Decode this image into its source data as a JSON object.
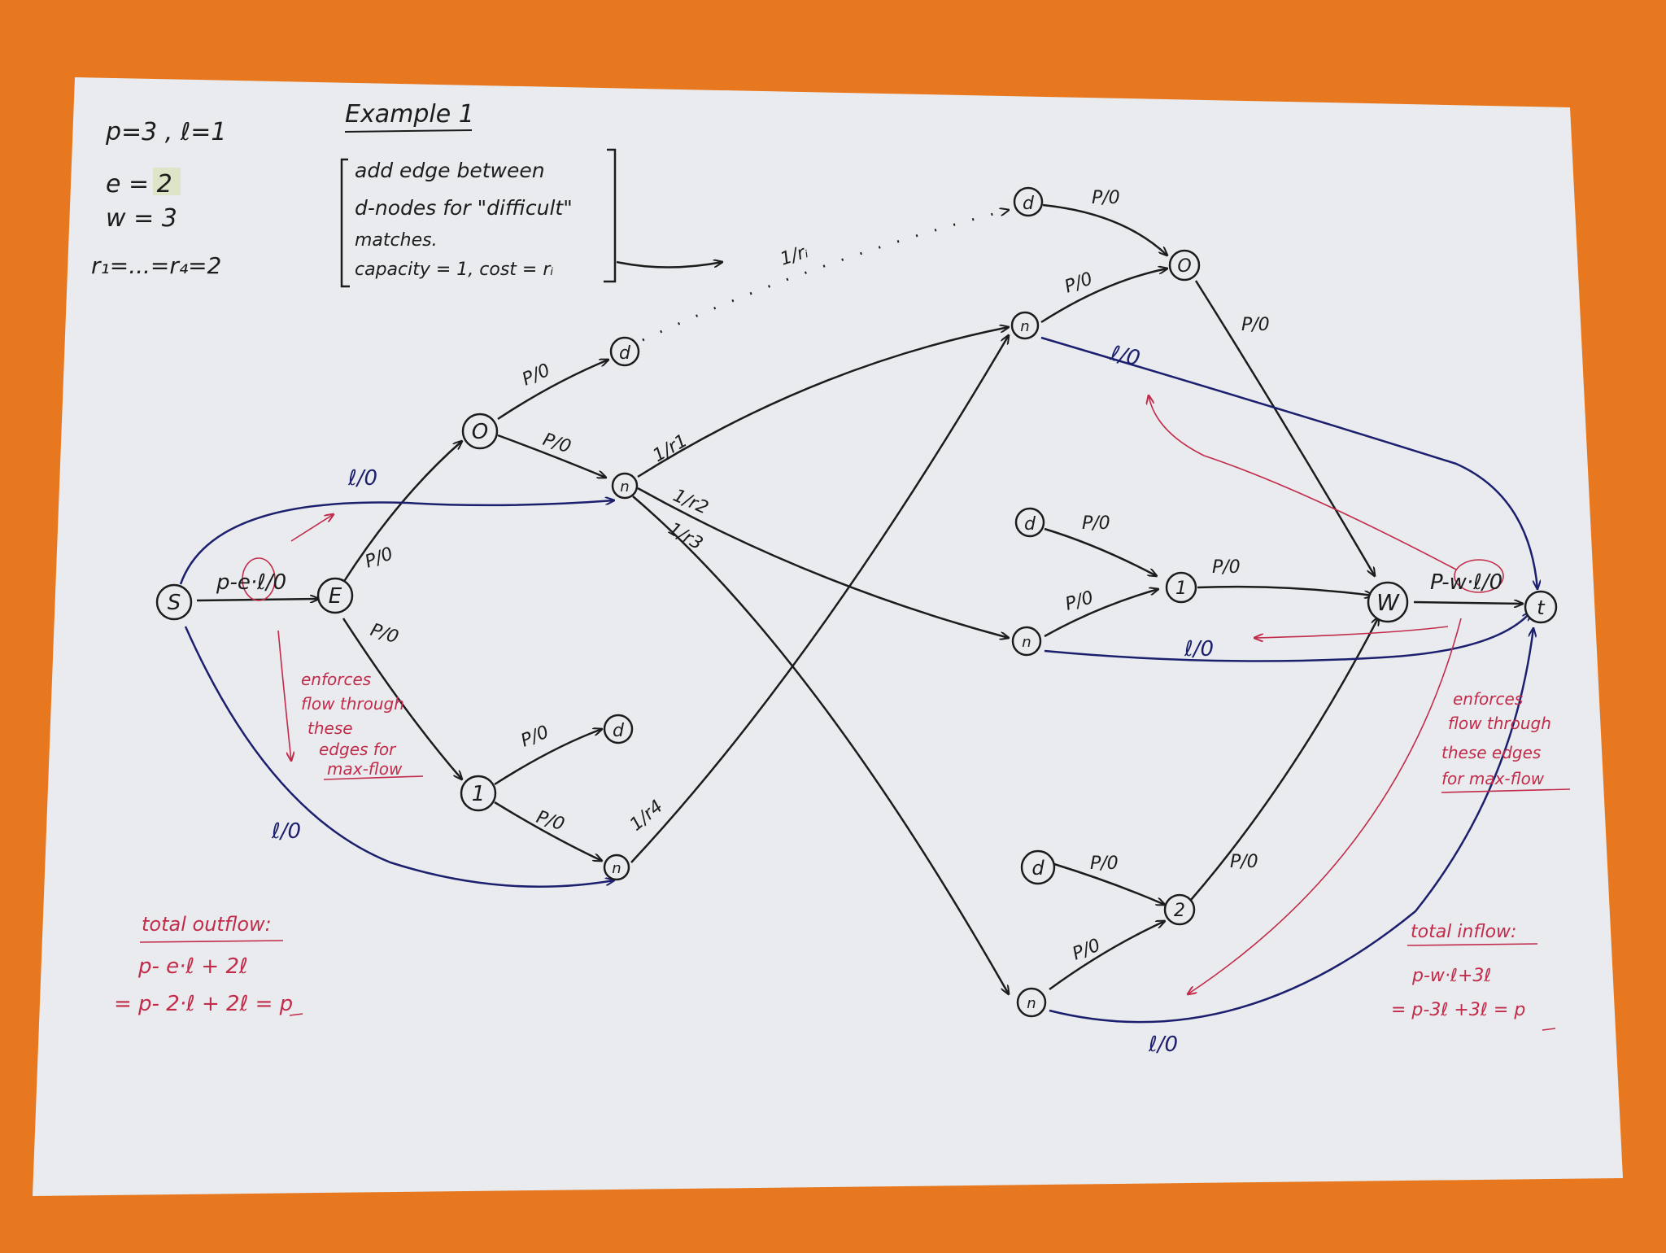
{
  "params": {
    "line1": "p=3 , ℓ=1",
    "line2": "e = 2",
    "line3": "w = 3",
    "line4": "r₁=...=r₄=2"
  },
  "title": "Example 1",
  "note": {
    "line1": "add edge between",
    "line2": "d-nodes for \"difficult\"",
    "line3": "matches.",
    "line4": "capacity = 1, cost = rᵢ"
  },
  "nodes": {
    "s": "S",
    "e": "E",
    "o_l": "O",
    "one_l": "1",
    "d_o": "d",
    "d_1": "d",
    "n_a": "n",
    "n_b": "n",
    "d_r1": "d",
    "d_r2": "d",
    "d_r3": "d",
    "n_r1": "n",
    "n_r2": "n",
    "n_r3": "n",
    "o_r": "O",
    "one_r": "1",
    "two_r": "2",
    "w": "W",
    "t": "t"
  },
  "edge_labels": {
    "s_e": "p-e·ℓ/0",
    "s_n_top": "ℓ/0",
    "s_n_bottom": "ℓ/0",
    "e_o": "P/0",
    "e_1": "P/0",
    "o_d": "P/0",
    "o_n": "P/0",
    "one_d": "P/0",
    "one_n": "P/0",
    "r1": "1/r1",
    "r2": "1/r2",
    "r3": "1/r3",
    "r4": "1/r4",
    "ri": "1/rᵢ",
    "d_o_r": "P/0",
    "n_o_r": "P/0",
    "o_w": "P/0",
    "d_1_r": "P/0",
    "n_1_r": "P/0",
    "one_w": "P/0",
    "d_2_r": "P/0",
    "n_2_r": "P/0",
    "two_w": "P/0",
    "w_t": "P-w·ℓ/0",
    "n1_t": "ℓ/0",
    "n2_t": "ℓ/0",
    "n3_t": "ℓ/0"
  },
  "annotations": {
    "left_enforce": [
      "enforces",
      "flow through",
      "these",
      "edges for",
      "max-flow"
    ],
    "right_enforce": [
      "enforces",
      "flow through",
      "these edges",
      "for max-flow"
    ],
    "outflow_title": "total outflow:",
    "outflow_line1": "p- e·ℓ + 2ℓ",
    "outflow_line2": "= p- 2·ℓ + 2ℓ = p",
    "inflow_title": "total inflow:",
    "inflow_line1": "p-w·ℓ+3ℓ",
    "inflow_line2": "= p-3ℓ +3ℓ = p"
  },
  "colors": {
    "background": "#e8781f",
    "paper": "#e9ebee",
    "ink": "#1c1c1c",
    "blue_ink": "#1c1f6e",
    "red_ink": "#c22b4a"
  }
}
